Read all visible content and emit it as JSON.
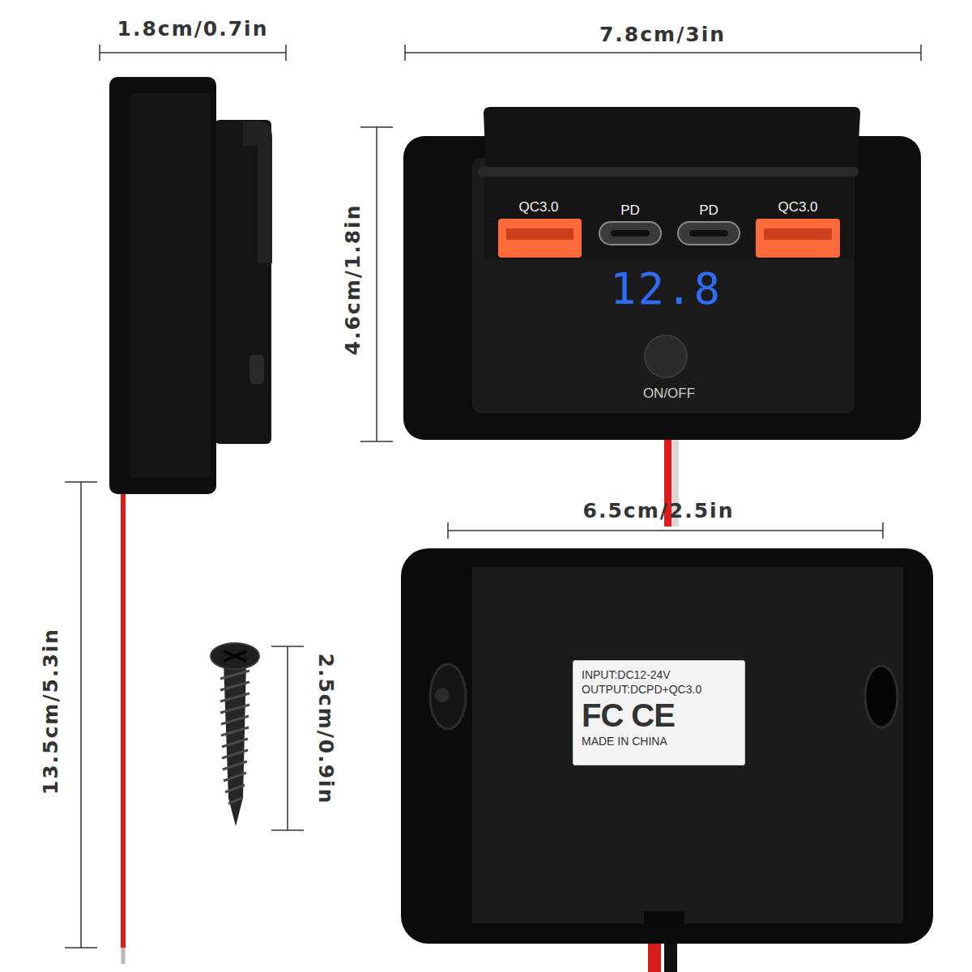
{
  "diagram": {
    "nodes": [
      {
        "text": [
          "INPUT:DC12-24V",
          "OUTPUT:DCPD+QC3.0",
          "FC",
          "CE",
          "MADE IN CHINA"
        ]
      }
    ],
    "labels": [
      "1.8cm/0.7in",
      "7.8cm/3in",
      "4.6cm/1.8in",
      "6.5cm/2.5in",
      "13.5cm/5.3in",
      "2.5cm/0.9in",
      "QC3.0",
      "PD",
      "PD",
      "QC3.0",
      "12.8",
      "ON/OFF"
    ]
  }
}
